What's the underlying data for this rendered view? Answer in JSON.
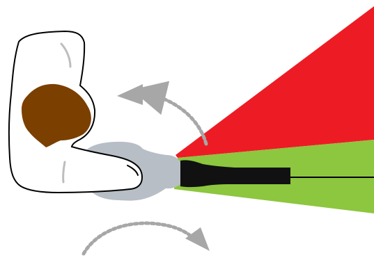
{
  "figure": {
    "background": "#ffffff",
    "zones": [
      {
        "name": "upper-zone",
        "color": "#ed1c24"
      },
      {
        "name": "lower-zone",
        "color": "#8dc63f"
      }
    ],
    "person": {
      "outline_color": "#000000",
      "fill_color": "#ffffff",
      "hair_color": "#7b3f00",
      "highlight_color": "#bdbdbd"
    },
    "tool": {
      "body_color": "#b7bec6",
      "barrel_color": "#111111"
    },
    "arrows": {
      "color": "#a7a7a7",
      "icons": [
        "rotate-counterclockwise-arrow",
        "rotate-clockwise-arrow"
      ]
    },
    "axis_line_color": "#000000"
  }
}
